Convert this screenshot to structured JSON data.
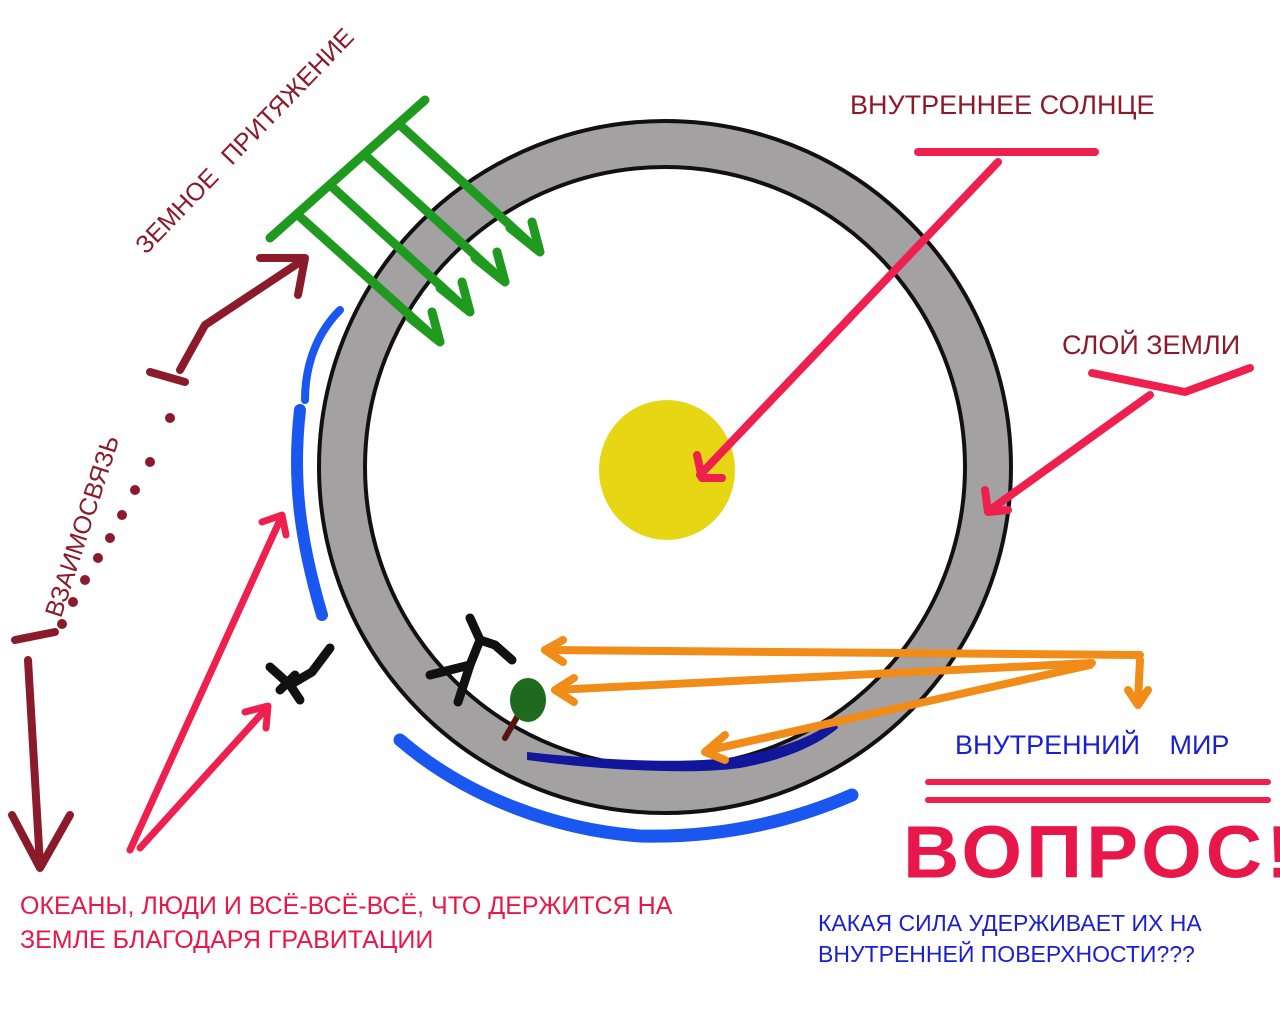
{
  "labels": {
    "inner_sun": "ВНУТРЕННЕЕ СОЛНЦЕ",
    "earth_layer": "СЛОЙ ЗЕМЛИ",
    "inner_world": "ВНУТРЕННИЙ   МИР",
    "earth_gravity": "ЗЕМНОЕ  ПРИТЯЖЕНИЕ",
    "interrelation": "ВЗАИМОСВЯЗЬ",
    "question": "ВОПРОС!",
    "oceans_line1": "ОКЕАНЫ, ЛЮДИ И ВСЁ-ВСЁ-ВСЁ, ЧТО ДЕРЖИТСЯ НА",
    "oceans_line2": "ЗЕМЛЕ БЛАГОДАРЯ ГРАВИТАЦИИ",
    "which_force_line1": "КАКАЯ СИЛА УДЕРЖИВАЕТ ИХ НА",
    "which_force_line2": "ВНУТРЕННЕЙ ПОВЕРХНОСТИ???"
  },
  "colors": {
    "earth_ring": "#a3a1a2",
    "ring_outline": "#111111",
    "inner_sun": "#e6d614",
    "label_dark_red": "#8b1a2a",
    "label_crimson": "#e8174a",
    "label_blue": "#1a20d0",
    "gravity_arrows": "#1f9a1f",
    "pointer_arrows": "#ef1f4e",
    "inner_world_arrows": "#f08c17",
    "outer_ocean": "#1a56f0",
    "inner_ocean": "#12169a",
    "interrelation_arrows": "#8b1a2a",
    "tree_crown": "#1e6a1e",
    "tree_trunk": "#5a1410",
    "person": "#111111"
  }
}
